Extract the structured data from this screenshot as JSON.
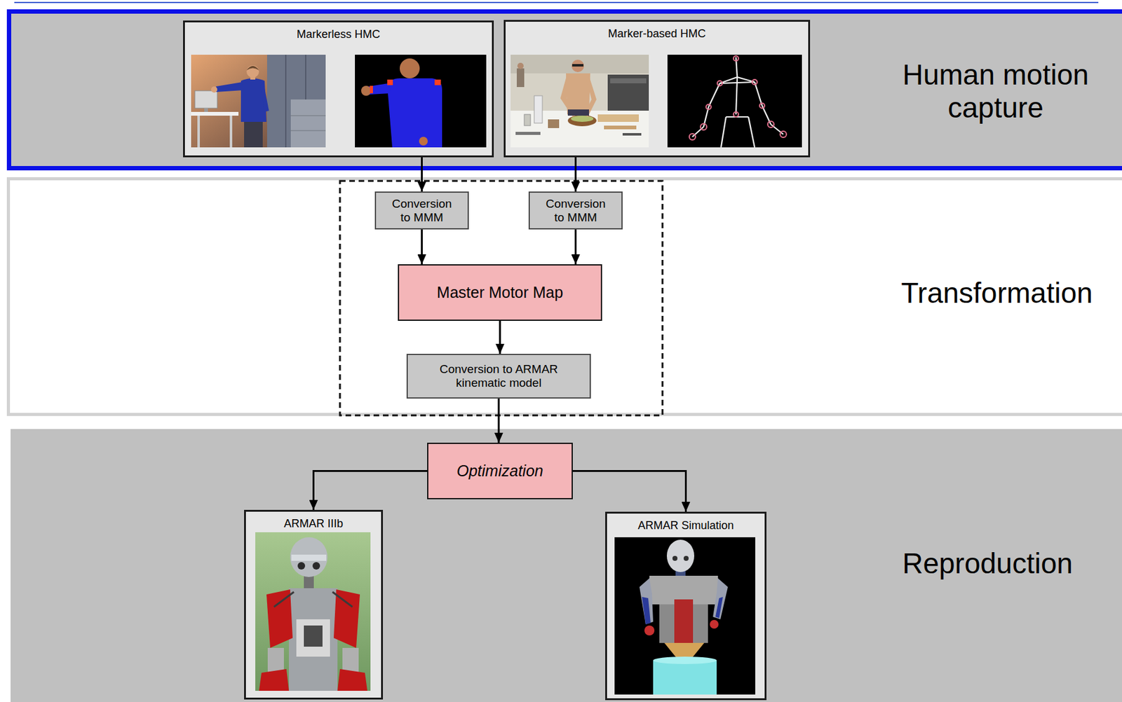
{
  "diagram": {
    "nodes": [
      {
        "text": [
          "Human motion capture"
        ]
      },
      {
        "text": [
          "Markerless HMC"
        ],
        "in": 0
      },
      {
        "text": [
          "Marker-based HMC"
        ],
        "in": 0
      },
      {
        "text": [
          "Transformation"
        ]
      },
      {
        "text": [
          "Conversion to MMM"
        ],
        "in": 3
      },
      {
        "text": [
          "Conversion to MMM"
        ],
        "in": 3
      },
      {
        "text": [
          "Master Motor Map"
        ],
        "in": 3
      },
      {
        "text": [
          "Conversion to ARMAR kinematic model"
        ],
        "in": 3
      },
      {
        "text": [
          "Reproduction"
        ]
      },
      {
        "text": [
          "Optimization"
        ],
        "in": 8
      },
      {
        "text": [
          "ARMAR IIIb"
        ],
        "in": 8
      },
      {
        "text": [
          "ARMAR Simulation"
        ],
        "in": 8
      }
    ],
    "edges": [
      {
        "from": 1,
        "to": 4,
        "arrow": "to"
      },
      {
        "from": 2,
        "to": 5,
        "arrow": "to"
      },
      {
        "from": 4,
        "to": 6,
        "arrow": "to"
      },
      {
        "from": 5,
        "to": 6,
        "arrow": "to"
      },
      {
        "from": 6,
        "to": 7,
        "arrow": "to"
      },
      {
        "from": 7,
        "to": 9,
        "arrow": "to"
      },
      {
        "from": 9,
        "to": 10,
        "arrow": "to"
      },
      {
        "from": 9,
        "to": 11,
        "arrow": "to"
      }
    ]
  }
}
